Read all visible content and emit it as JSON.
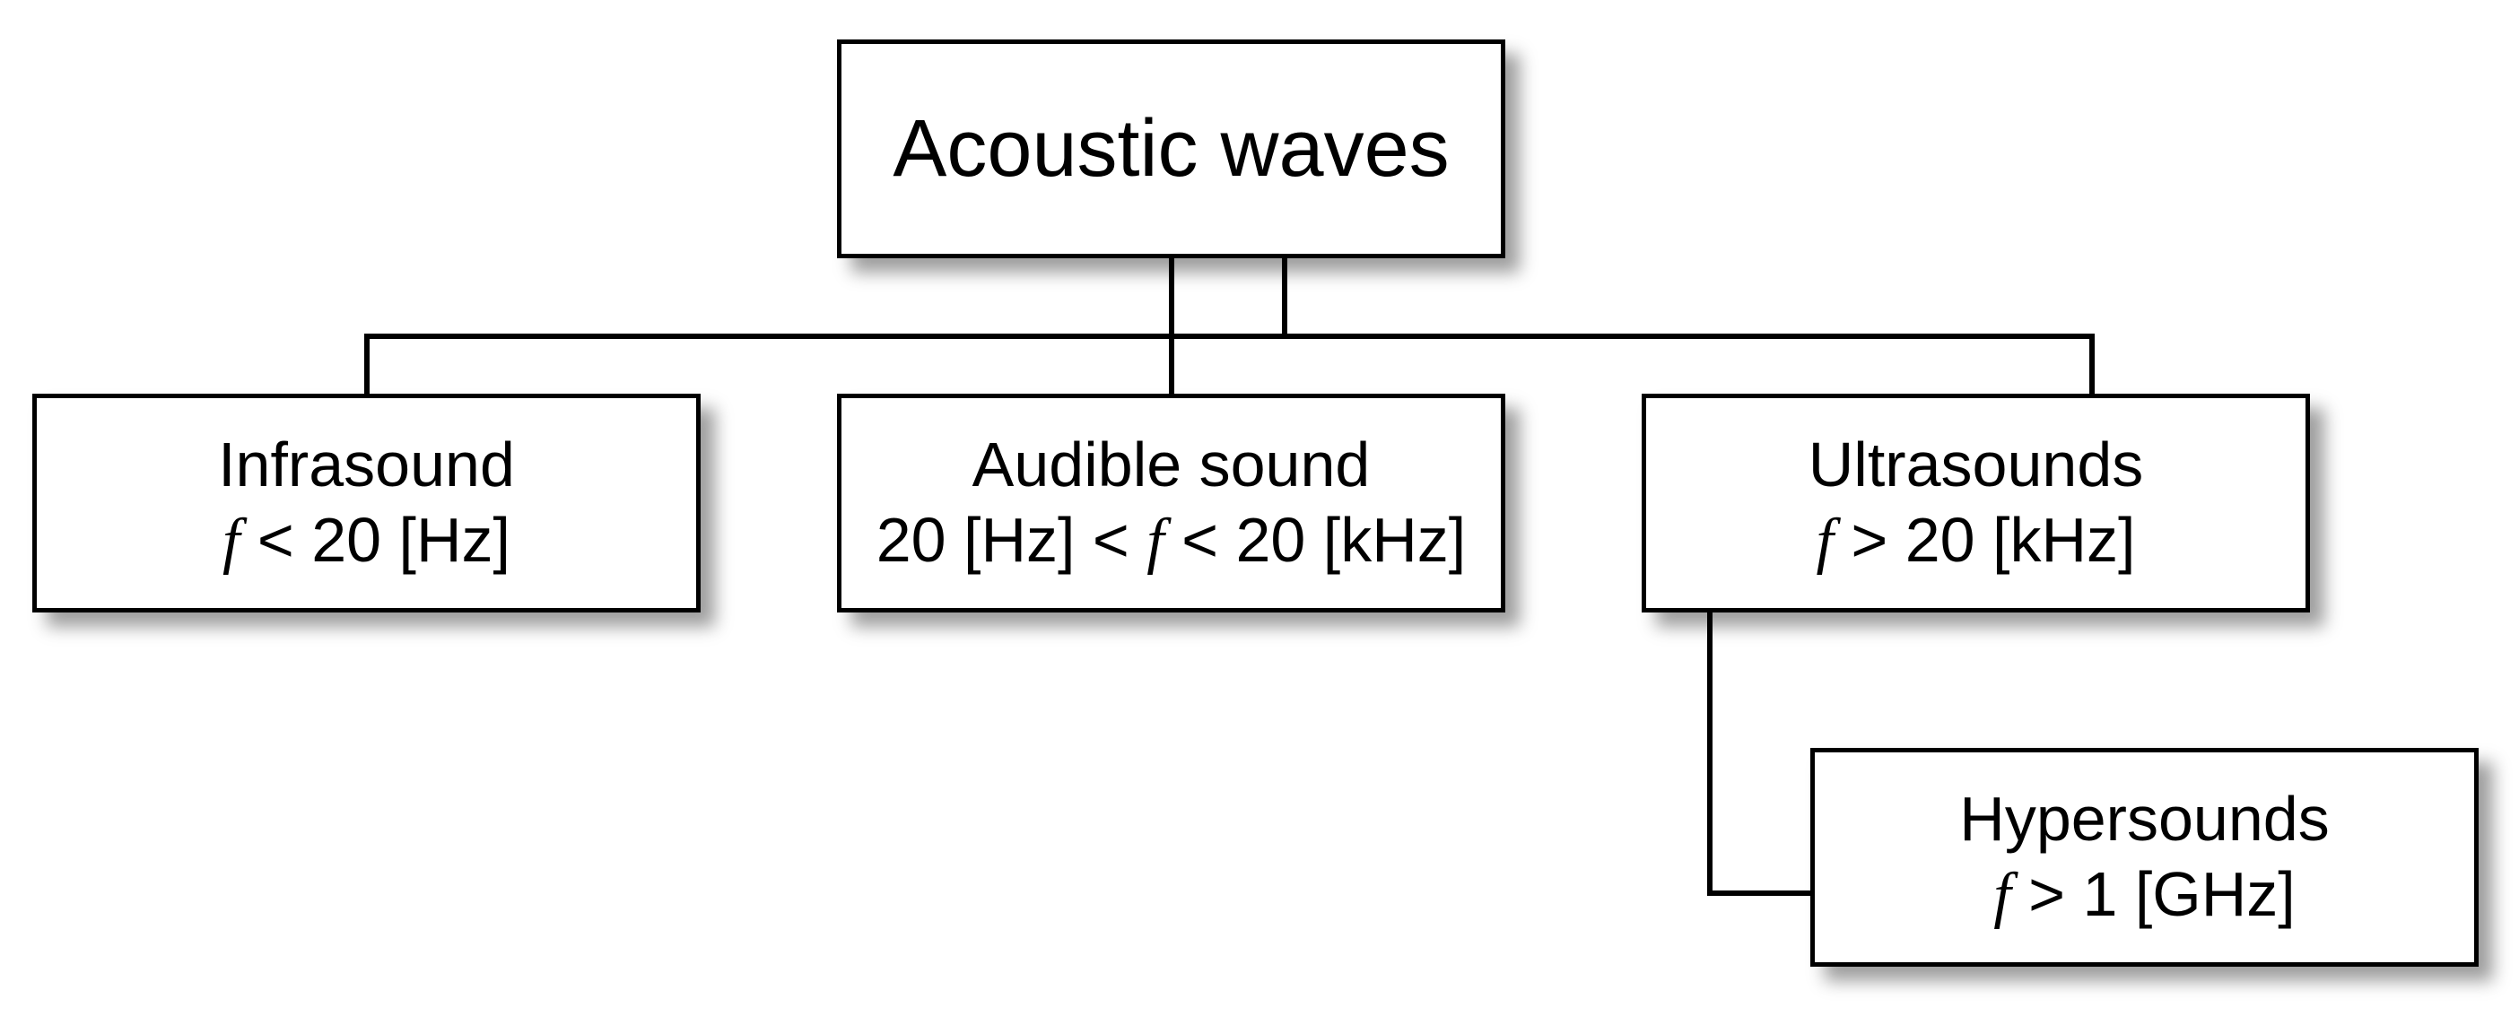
{
  "diagram": {
    "root": {
      "title": "Acoustic waves"
    },
    "infrasound": {
      "title": "Infrasound",
      "formula_var": "f",
      "formula_rest": " < 20 [Hz]"
    },
    "audible": {
      "title": "Audible sound",
      "formula_pre": "20 [Hz] < ",
      "formula_var": "f",
      "formula_rest": " < 20 [kHz]"
    },
    "ultrasounds": {
      "title": "Ultrasounds",
      "formula_var": "f",
      "formula_rest": " > 20 [kHz]"
    },
    "hypersounds": {
      "title": "Hypersounds",
      "formula_var": "f",
      "formula_rest": " > 1 [GHz]"
    }
  },
  "colors": {
    "line": "#000000",
    "box_fill": "#ffffff",
    "box_border": "#000000"
  }
}
